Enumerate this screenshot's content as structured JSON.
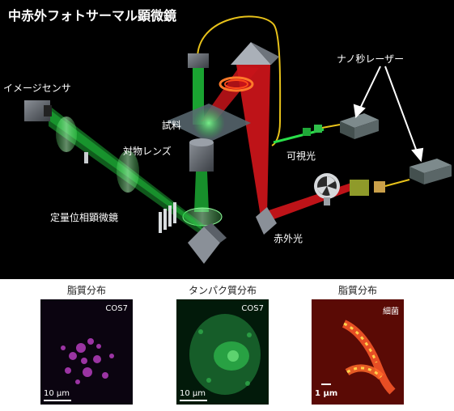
{
  "title": "中赤外フォトサーマル顕微鏡",
  "labels": {
    "image_sensor": "イメージセンサ",
    "sample": "試料",
    "objective_lens": "対物レンズ",
    "quantitative_phase_microscope": "定量位相顕微鏡",
    "nano_second_laser": "ナノ秒レーザー",
    "visible_light": "可視光",
    "infrared_light": "赤外光"
  },
  "panels": [
    {
      "header": "脂質分布",
      "tag": "COS7",
      "scale_label": "10 µm",
      "tint": "#c040c8"
    },
    {
      "header": "タンパク質分布",
      "tag": "COS7",
      "scale_label": "10 µm",
      "tint": "#2fb84c"
    },
    {
      "header": "脂質分布",
      "tag": "細菌",
      "scale_label": "1 µm",
      "tint": "#d02010"
    }
  ],
  "colors": {
    "background": "#000000",
    "visible_beam": "#1fbf3a",
    "infrared_beam": "#d3151b",
    "fiber": "#e8c21a"
  }
}
